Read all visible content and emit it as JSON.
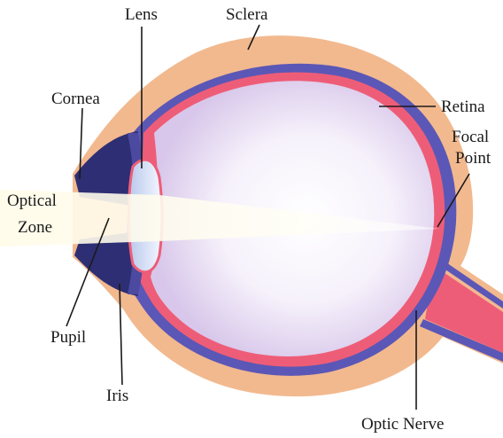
{
  "labels": {
    "lens": "Lens",
    "sclera": "Sclera",
    "cornea": "Cornea",
    "retina": "Retina",
    "focal_point_line1": "Focal",
    "focal_point_line2": "Point",
    "optical_zone_line1": "Optical",
    "optical_zone_line2": "Zone",
    "pupil": "Pupil",
    "iris": "Iris",
    "optic_nerve": "Optic Nerve"
  },
  "colors": {
    "sclera": "#f2b98f",
    "retina": "#ee5d78",
    "choroid": "#5b57b6",
    "vitreous_center": "#ffffff",
    "vitreous_edge": "#d9c9ec",
    "iris": "#3a3a86",
    "lens": "#dde6f6",
    "light_beam": "#fffbe6"
  }
}
